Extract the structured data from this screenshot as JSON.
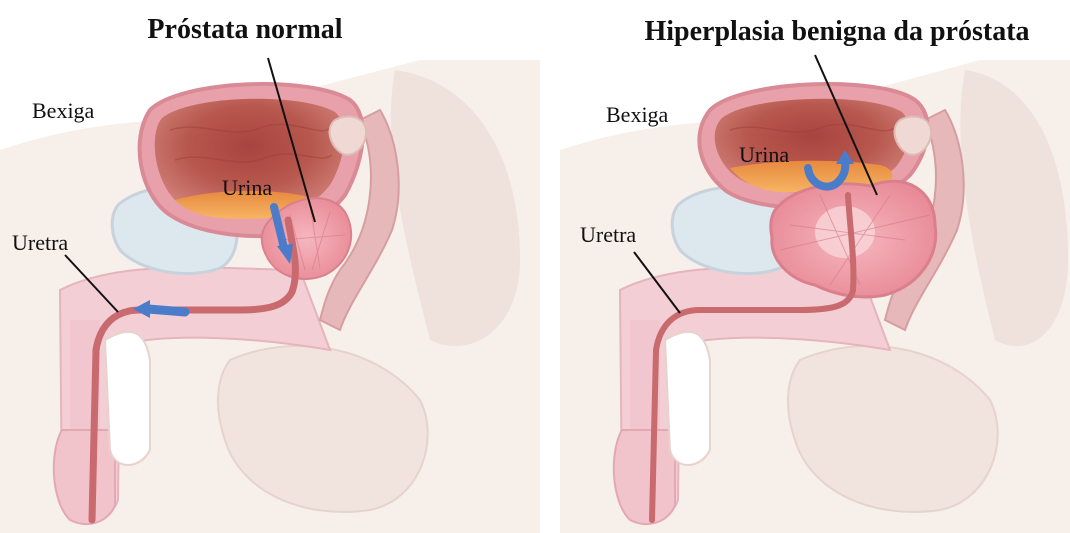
{
  "panels": [
    {
      "id": "normal",
      "title": "Próstata normal",
      "labels": {
        "bladder": "Bexiga",
        "urine": "Urina",
        "urethra": "Uretra"
      }
    },
    {
      "id": "bph",
      "title": "Hiperplasia benigna da próstata",
      "labels": {
        "bladder": "Bexiga",
        "urine": "Urina",
        "urethra": "Uretra"
      }
    }
  ],
  "colors": {
    "skin": "#f5ebe6",
    "skin_shadow": "#e8d6cf",
    "tissue": "#f2c9cf",
    "tissue_dark": "#e7a9b3",
    "bladder_wall": "#d98a95",
    "bladder_inner": "#b65a52",
    "urine": "#f0a24a",
    "prostate": "#ef9aa6",
    "urethra": "#c86a6e",
    "arrow": "#4a7cc9",
    "cushion": "#d9e4ec",
    "line": "#111111"
  }
}
